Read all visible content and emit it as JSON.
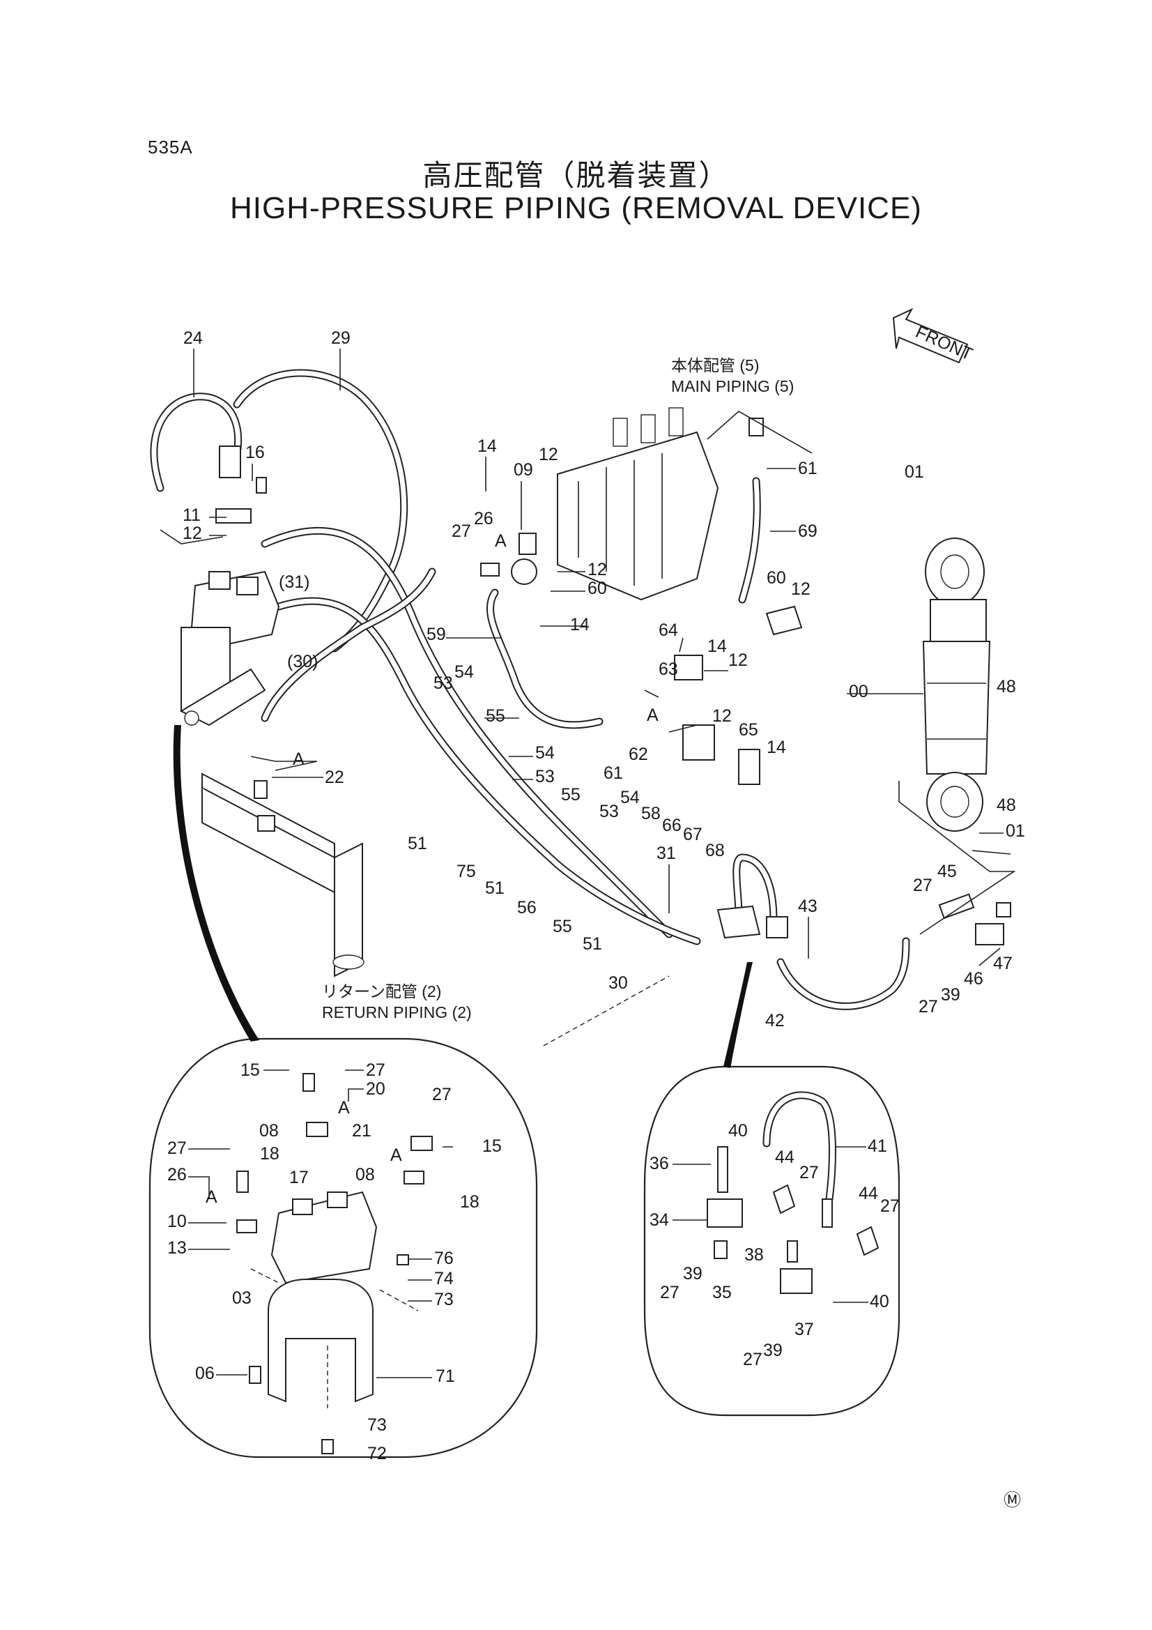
{
  "page_code": "535A",
  "title_jp": "高圧配管（脱着装置）",
  "title_en": "HIGH-PRESSURE PIPING (REMOVAL DEVICE)",
  "front_label": "FRONT",
  "mark": "Ⓜ",
  "notes": {
    "main_piping_jp": "本体配管 (5)",
    "main_piping_en": "MAIN PIPING (5)",
    "return_piping_jp": "リターン配管 (2)",
    "return_piping_en": "RETURN PIPING (2)"
  },
  "ref_mark": "A",
  "callouts": [
    "24",
    "29",
    "16",
    "11",
    "12",
    "(31)",
    "(30)",
    "A",
    "22",
    "14",
    "09",
    "12",
    "27",
    "26",
    "A",
    "12",
    "60",
    "14",
    "59",
    "61",
    "69",
    "60",
    "12",
    "64",
    "14",
    "63",
    "12",
    "53",
    "54",
    "55",
    "A",
    "62",
    "61",
    "12",
    "65",
    "14",
    "54",
    "53",
    "51",
    "75",
    "51",
    "56",
    "55",
    "55",
    "53",
    "54",
    "58",
    "66",
    "67",
    "68",
    "31",
    "51",
    "30",
    "01",
    "00",
    "48",
    "48",
    "01",
    "43",
    "27",
    "45",
    "47",
    "46",
    "39",
    "27",
    "42",
    "15",
    "27",
    "20",
    "A",
    "27",
    "08",
    "21",
    "A",
    "15",
    "27",
    "18",
    "26",
    "17",
    "A",
    "08",
    "18",
    "10",
    "13",
    "76",
    "74",
    "03",
    "73",
    "06",
    "71",
    "73",
    "72",
    "40",
    "41",
    "36",
    "44",
    "27",
    "44",
    "27",
    "34",
    "38",
    "39",
    "35",
    "27",
    "40",
    "37",
    "27",
    "39"
  ]
}
